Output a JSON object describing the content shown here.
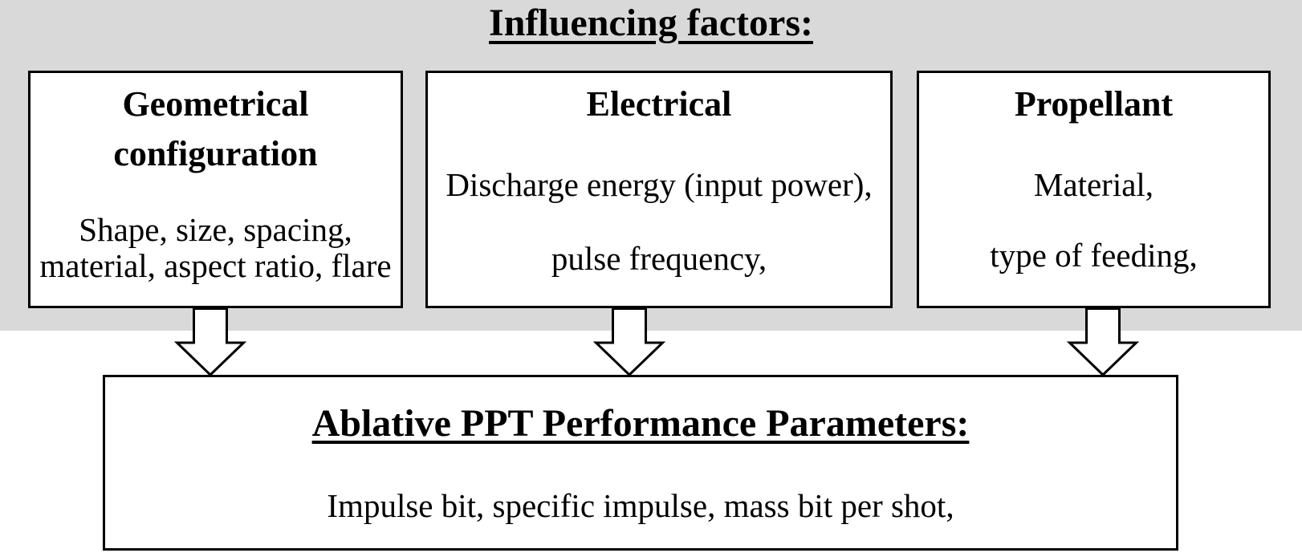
{
  "title": "Influencing factors:",
  "factor_boxes": [
    {
      "id": "geometrical",
      "heading_lines": [
        "Geometrical",
        "configuration"
      ],
      "body_lines": [
        "Shape, size, spacing,",
        "material, aspect ratio, flare"
      ]
    },
    {
      "id": "electrical",
      "heading_lines": [
        "Electrical"
      ],
      "body_lines": [
        "Discharge energy (input power),",
        "pulse frequency,"
      ]
    },
    {
      "id": "propellant",
      "heading_lines": [
        "Propellant"
      ],
      "body_lines": [
        "Material,",
        "type of feeding,"
      ]
    }
  ],
  "arrows": [
    {
      "icon": "down-arrow"
    },
    {
      "icon": "down-arrow"
    },
    {
      "icon": "down-arrow"
    }
  ],
  "result_box": {
    "title": "Ablative PPT Performance Parameters:",
    "body": "Impulse bit, specific impulse, mass bit per shot,"
  },
  "colors": {
    "background_gray": "#d9d9d9",
    "box_fill": "#ffffff",
    "border": "#000000",
    "text": "#000000"
  }
}
